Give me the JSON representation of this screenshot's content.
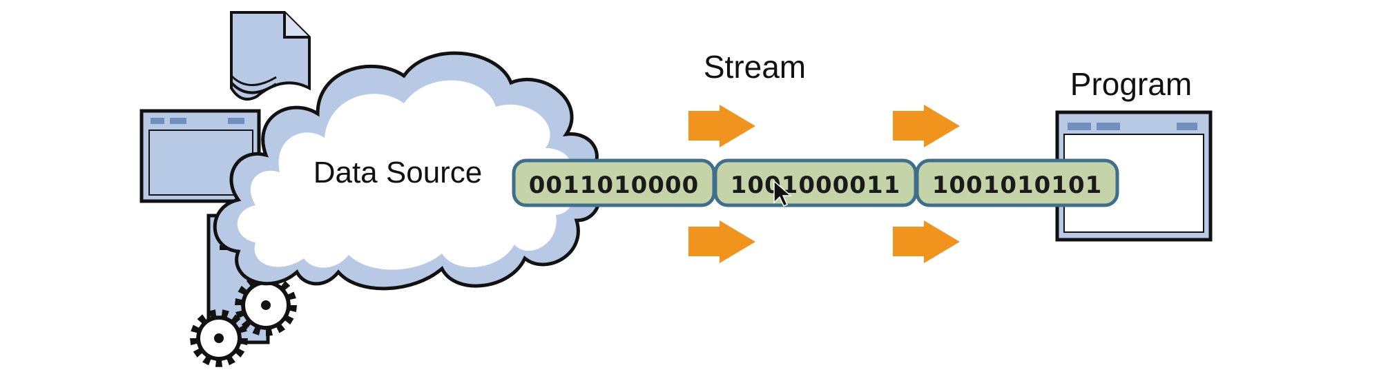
{
  "diagram": {
    "source_label": "Data Source",
    "stream_label": "Stream",
    "program_label": "Program",
    "packets": [
      {
        "bits": "0011010000"
      },
      {
        "bits": "1001000011"
      },
      {
        "bits": "1001010101"
      }
    ]
  },
  "colors": {
    "outline": "#111111",
    "device_fill": "#b8c9e6",
    "cloud_fill": "#ffffff",
    "cloud_shadow": "#b8c9e6",
    "packet_fill": "#c4d3a8",
    "packet_stroke": "#3f6f8c",
    "arrow": "#f0941e",
    "screen_white": "#ffffff"
  },
  "icons": [
    "document-icon",
    "window-icon",
    "server-icon",
    "gear-icon",
    "cloud-icon",
    "arrow-right-icon",
    "program-window-icon"
  ]
}
